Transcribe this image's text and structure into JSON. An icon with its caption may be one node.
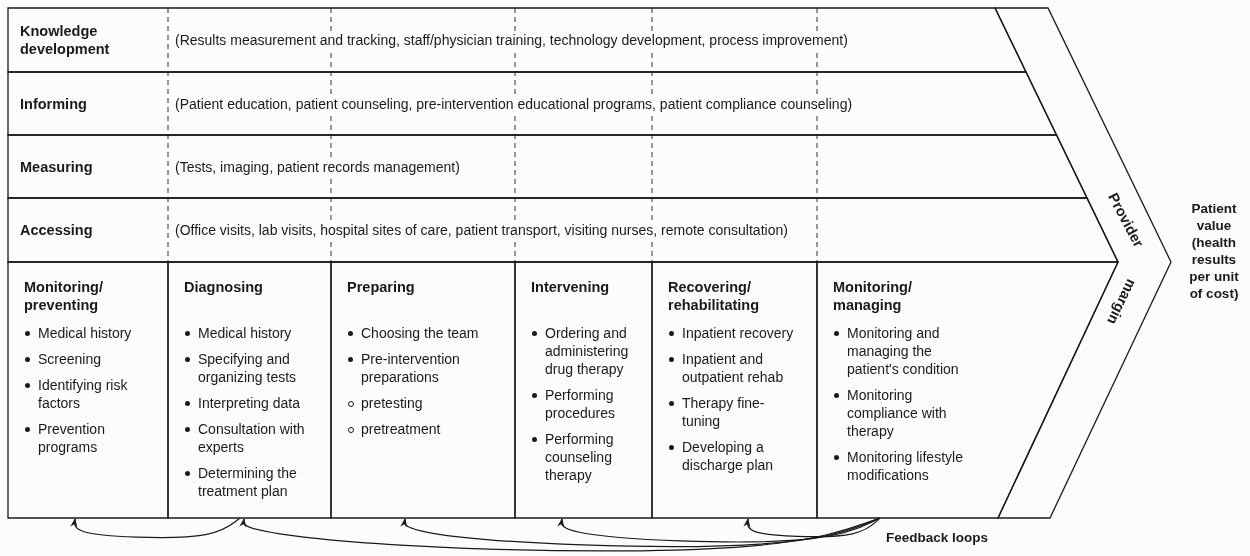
{
  "diagram": {
    "nodes": [
      {
        "text": [
          "Knowledge development",
          "(Results measurement and tracking, staff/physician training, technology development, process improvement)"
        ]
      },
      {
        "text": [
          "Informing",
          "(Patient education, patient counseling, pre-intervention educational programs, patient compliance counseling)"
        ]
      },
      {
        "text": [
          "Measuring",
          "(Tests, imaging, patient records management)"
        ]
      },
      {
        "text": [
          "Accessing",
          "(Office visits, lab visits, hospital sites of care, patient transport, visiting nurses, remote consultation)"
        ]
      },
      {
        "text": [
          "Monitoring/ preventing",
          "Medical history",
          "Screening",
          "Identifying risk factors",
          "Prevention programs"
        ]
      },
      {
        "text": [
          "Diagnosing",
          "Medical history",
          "Specifying and organizing tests",
          "Interpreting data",
          "Consultation with experts",
          "Determining the treatment plan"
        ]
      },
      {
        "text": [
          "Preparing",
          "Choosing the team",
          "Pre-intervention preparations",
          "pretesting",
          "pretreatment"
        ]
      },
      {
        "text": [
          "Intervening",
          "Ordering and administering drug therapy",
          "Performing procedures",
          "Performing counseling therapy"
        ]
      },
      {
        "text": [
          "Recovering/ rehabilitating",
          "Inpatient recovery",
          "Inpatient and outpatient rehab",
          "Therapy fine-tuning",
          "Developing a discharge plan"
        ]
      },
      {
        "text": [
          "Monitoring/ managing",
          "Monitoring and managing the patient's condition",
          "Monitoring compliance with therapy",
          "Monitoring lifestyle modifications"
        ]
      },
      {
        "text": [
          "Provider",
          "margin"
        ]
      }
    ],
    "edges": [
      {
        "from": 5,
        "to": 4,
        "arrow": "to"
      },
      {
        "from": 9,
        "to": 5,
        "arrow": "to"
      },
      {
        "from": 9,
        "to": 6,
        "arrow": "to"
      },
      {
        "from": 9,
        "to": 7,
        "arrow": "to"
      },
      {
        "from": 9,
        "to": 8,
        "arrow": "to"
      }
    ],
    "labels": [
      "Patient value (health results per unit of cost)",
      "Feedback loops"
    ]
  }
}
